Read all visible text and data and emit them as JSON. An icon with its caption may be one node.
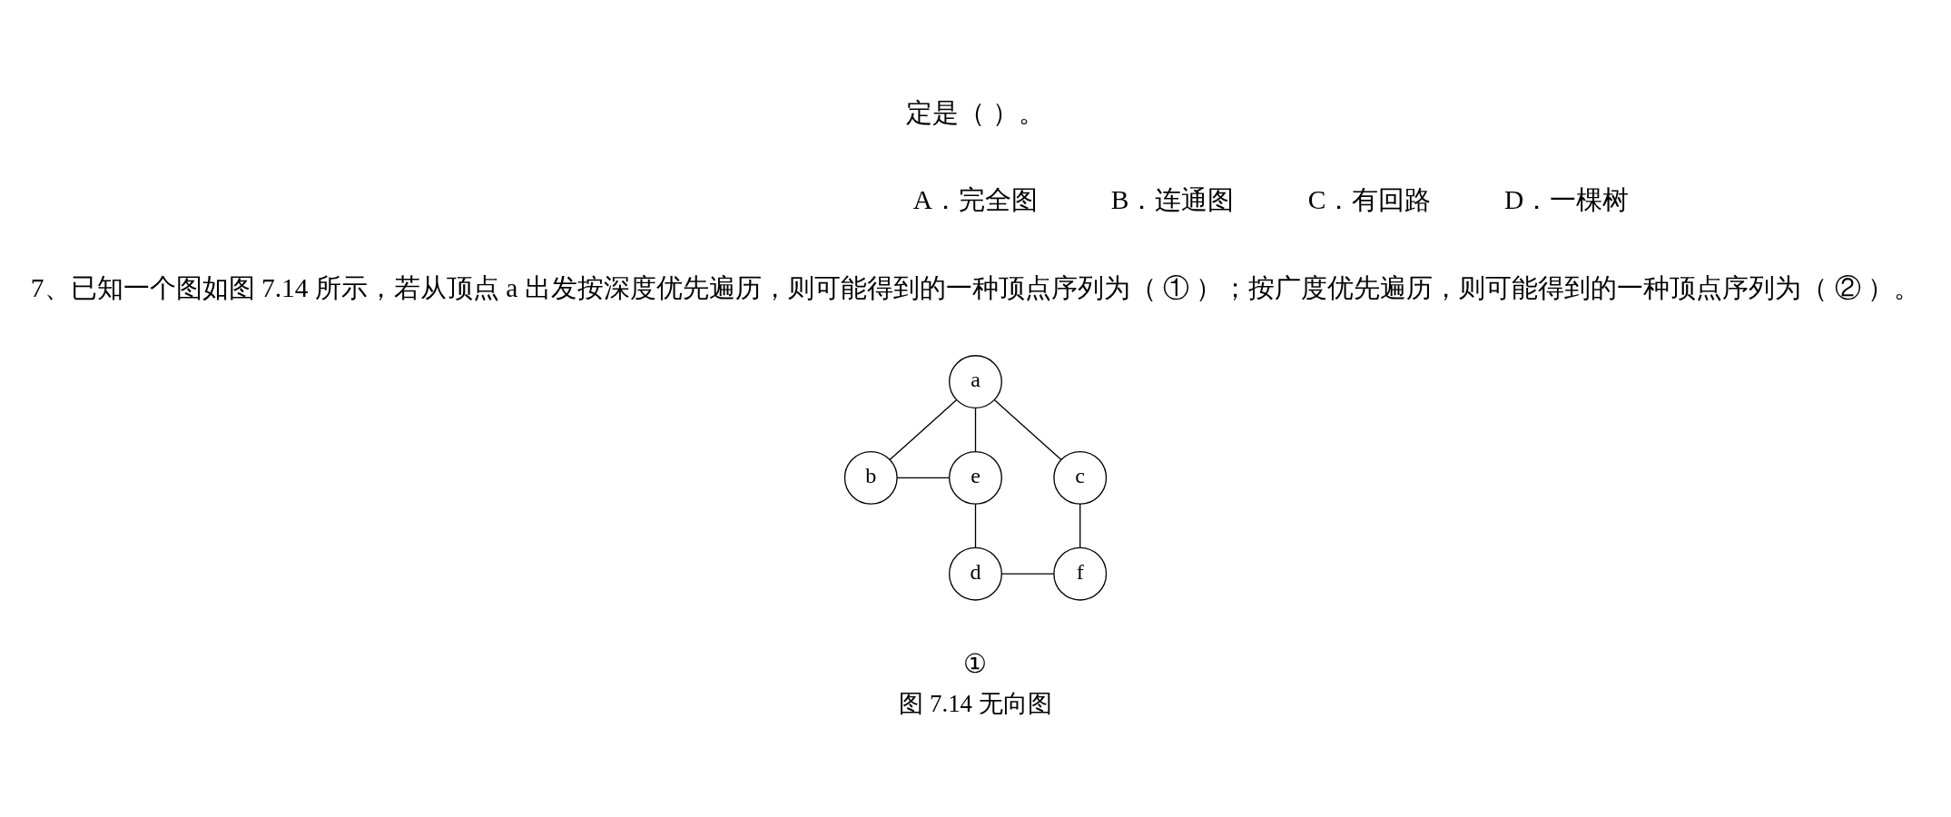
{
  "diagram": {
    "caption": "图 7.14 无向图",
    "nodes": [
      {
        "text": [
          "a"
        ]
      },
      {
        "text": [
          "b"
        ]
      },
      {
        "text": [
          "e"
        ]
      },
      {
        "text": [
          "c"
        ]
      },
      {
        "text": [
          "d"
        ]
      },
      {
        "text": [
          "f"
        ]
      }
    ],
    "edges": [
      {
        "from": 0,
        "to": 1,
        "arrow": "none"
      },
      {
        "from": 0,
        "to": 2,
        "arrow": "none"
      },
      {
        "from": 0,
        "to": 3,
        "arrow": "none"
      },
      {
        "from": 1,
        "to": 2,
        "arrow": "none"
      },
      {
        "from": 2,
        "to": 4,
        "arrow": "none"
      },
      {
        "from": 4,
        "to": 5,
        "arrow": "none"
      },
      {
        "from": 5,
        "to": 3,
        "arrow": "none"
      }
    ],
    "labels": [
      "定是（ ）。",
      "A．完全图",
      "B．连通图",
      "C．有回路",
      "D．一棵树",
      "7、已知一个图如图 7.14 所示，若从顶点 a 出发按深度优先遍历，则可能得到的一种顶点序列为（ ① ）；按广度优先遍历，则可能得到的一种顶点序列为（ ② ）。",
      "①"
    ]
  }
}
